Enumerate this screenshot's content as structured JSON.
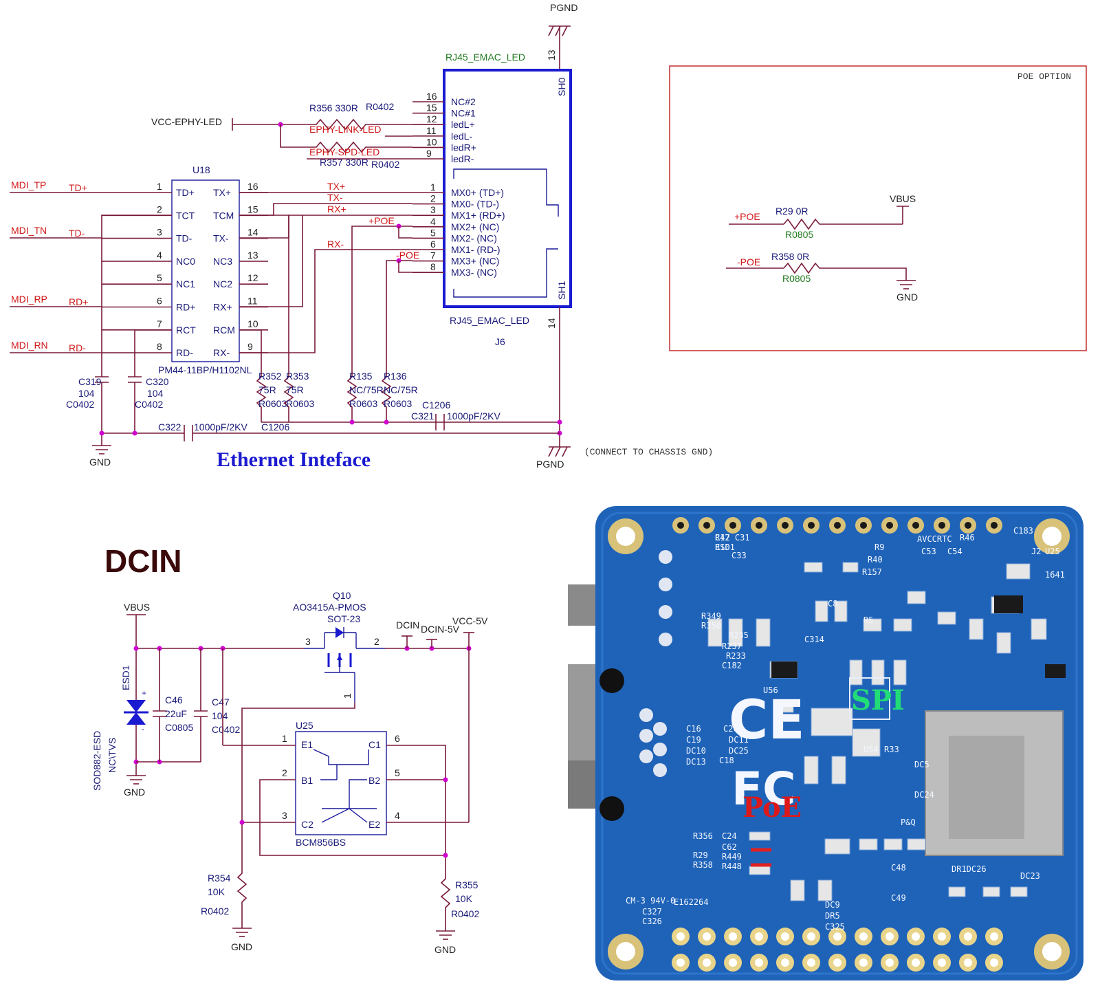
{
  "eth": {
    "title": "Ethernet Inteface",
    "pgnd": "PGND",
    "chassis_note": "(CONNECT TO CHASSIS GND)",
    "gnd": "GND",
    "vcc_ephy_led": "VCC-EPHY-LED",
    "u18": {
      "ref": "U18",
      "part": "PM44-11BP/H1102NL",
      "left_pins": [
        "1",
        "2",
        "3",
        "4",
        "5",
        "6",
        "7",
        "8"
      ],
      "left_names": [
        "TD+",
        "TCT",
        "TD-",
        "NC0",
        "NC1",
        "RD+",
        "RCT",
        "RD-"
      ],
      "right_pins": [
        "16",
        "15",
        "14",
        "13",
        "12",
        "11",
        "10",
        "9"
      ],
      "right_names": [
        "TX+",
        "TCM",
        "TX-",
        "NC3",
        "NC2",
        "RX+",
        "RCM",
        "RX-"
      ]
    },
    "mdi": [
      "MDI_TP",
      "MDI_TN",
      "MDI_RP",
      "MDI_RN"
    ],
    "mdi_nets": [
      "TD+",
      "TD-",
      "RD+",
      "RD-"
    ],
    "j6": {
      "ref": "J6",
      "name_top": "RJ45_EMAC_LED",
      "name_bottom": "RJ45_EMAC_LED",
      "sh0": "SH0",
      "sh1": "SH1",
      "pin13": "13",
      "pin14": "14",
      "top_pins": [
        "16",
        "15",
        "12",
        "11",
        "10",
        "9"
      ],
      "top_names": [
        "NC#2",
        "NC#1",
        "ledL+",
        "ledL-",
        "ledR+",
        "ledR-"
      ],
      "mx_pins": [
        "1",
        "2",
        "3",
        "4",
        "5",
        "6",
        "7",
        "8"
      ],
      "mx_names": [
        "MX0+ (TD+)",
        "MX0-  (TD-)",
        "MX1+ (RD+)",
        "MX2+ (NC)",
        "MX2-  (NC)",
        "MX1-  (RD-)",
        "MX3+ (NC)",
        "MX3-  (NC)"
      ]
    },
    "nets": {
      "txp": "TX+",
      "txn": "TX-",
      "rxp": "RX+",
      "rxn": "RX-",
      "poep": "+POE",
      "poen": "-POE",
      "link": "EPHY-LINK-LED",
      "spd": "EPHY-SPD-LED"
    },
    "r356": {
      "ref": "R356  330R",
      "pkg": "R0402"
    },
    "r357": {
      "ref": "R357  330R",
      "pkg": "R0402"
    },
    "res": [
      {
        "ref": "R352",
        "val": "75R",
        "pkg": "R0603"
      },
      {
        "ref": "R353",
        "val": "75R",
        "pkg": "R0603"
      },
      {
        "ref": "R135",
        "val": "NC/75R",
        "pkg": "R0603"
      },
      {
        "ref": "R136",
        "val": "NC/75R",
        "pkg": "R0603"
      }
    ],
    "c319": {
      "ref": "C319",
      "val": "104",
      "pkg": "C0402"
    },
    "c320": {
      "ref": "C320",
      "val": "104",
      "pkg": "C0402"
    },
    "c322": {
      "ref": "C322",
      "val": "1000pF/2KV",
      "pkg": "C1206"
    },
    "c321": {
      "ref": "C321",
      "val": "1000pF/2KV",
      "pkg": "C1206"
    }
  },
  "poe": {
    "title": "POE OPTION",
    "vbus": "VBUS",
    "gnd": "GND",
    "r29": {
      "net": "+POE",
      "ref": "R29   0R",
      "pkg": "R0805"
    },
    "r358": {
      "net": "-POE",
      "ref": "R358  0R",
      "pkg": "R0805"
    }
  },
  "dcin": {
    "title": "DCIN",
    "vbus": "VBUS",
    "gnd": "GND",
    "q10": {
      "ref": "Q10",
      "part": "AO3415A-PMOS",
      "pkg": "SOT-23",
      "pin_s": "3",
      "pin_d": "2",
      "pin_g": "1"
    },
    "esd1": {
      "ref": "ESD1",
      "pkg": "SOD882-ESD",
      "val": "NC\\TVS"
    },
    "c46": {
      "ref": "C46",
      "val": "22uF",
      "pkg": "C0805"
    },
    "c47": {
      "ref": "C47",
      "val": "104",
      "pkg": "C0402"
    },
    "nets": [
      "DCIN",
      "DCIN-5V",
      "VCC-5V"
    ],
    "u25": {
      "ref": "U25",
      "part": "BCM856BS",
      "pins_left": [
        "1",
        "2",
        "3"
      ],
      "pins_right": [
        "6",
        "5",
        "4"
      ],
      "names": [
        "E1",
        "C1",
        "B1",
        "B2",
        "C2",
        "E2"
      ]
    },
    "r354": {
      "ref": "R354",
      "val": "10K",
      "pkg": "R0402"
    },
    "r355": {
      "ref": "R355",
      "val": "10K",
      "pkg": "R0402"
    }
  },
  "board": {
    "spi_label": "SPI",
    "poe_label": "PoE",
    "silk": [
      "R12 C31",
      "R10",
      "C33",
      "R9",
      "R40",
      "R157",
      "AVCCRTC",
      "R46",
      "C183",
      "C53",
      "C54",
      "R349",
      "R350",
      "R235",
      "R237",
      "R233",
      "C182",
      "C8",
      "R5",
      "C314",
      "U56",
      "R33",
      "U54",
      "DC5",
      "DC24",
      "R356",
      "C24",
      "C62",
      "R29",
      "R449",
      "R358",
      "R448",
      "C48",
      "DR1DC26",
      "DC23",
      "C49",
      "C16",
      "C19",
      "C20",
      "C18",
      "DC10",
      "DC13",
      "DC25",
      "DC11",
      "DC9",
      "DR5",
      "C325",
      "C326",
      "C327",
      "E162264",
      "CM-3 94V-0",
      "P&Q",
      "1641",
      "J2",
      "U25",
      "C47",
      "ESD1"
    ]
  }
}
